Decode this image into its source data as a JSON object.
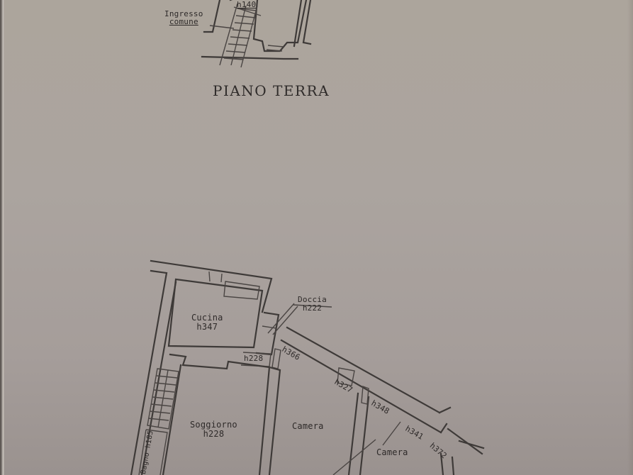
{
  "document": {
    "type": "floor-plan",
    "colors": {
      "paper": "#aba49f",
      "ink": "#3e3a38"
    }
  },
  "ground_floor": {
    "title": "PIANO TERRA",
    "entrance_label_line1": "Ingresso",
    "entrance_label_line2": "comune",
    "stair_height": "h140"
  },
  "upper_floor": {
    "rooms": [
      {
        "name": "Cucina",
        "height": "h347"
      },
      {
        "name": "Soggiorno",
        "height": "h228"
      },
      {
        "name": "Camera",
        "height": ""
      },
      {
        "name": "Camera",
        "height": ""
      },
      {
        "name": "Bagno",
        "height": "h185"
      }
    ],
    "doccia": {
      "name": "Doccia",
      "height": "h222"
    },
    "corridor_height": "h228",
    "wall_heights": [
      "h366",
      "h327",
      "h348",
      "h341",
      "h372"
    ]
  }
}
